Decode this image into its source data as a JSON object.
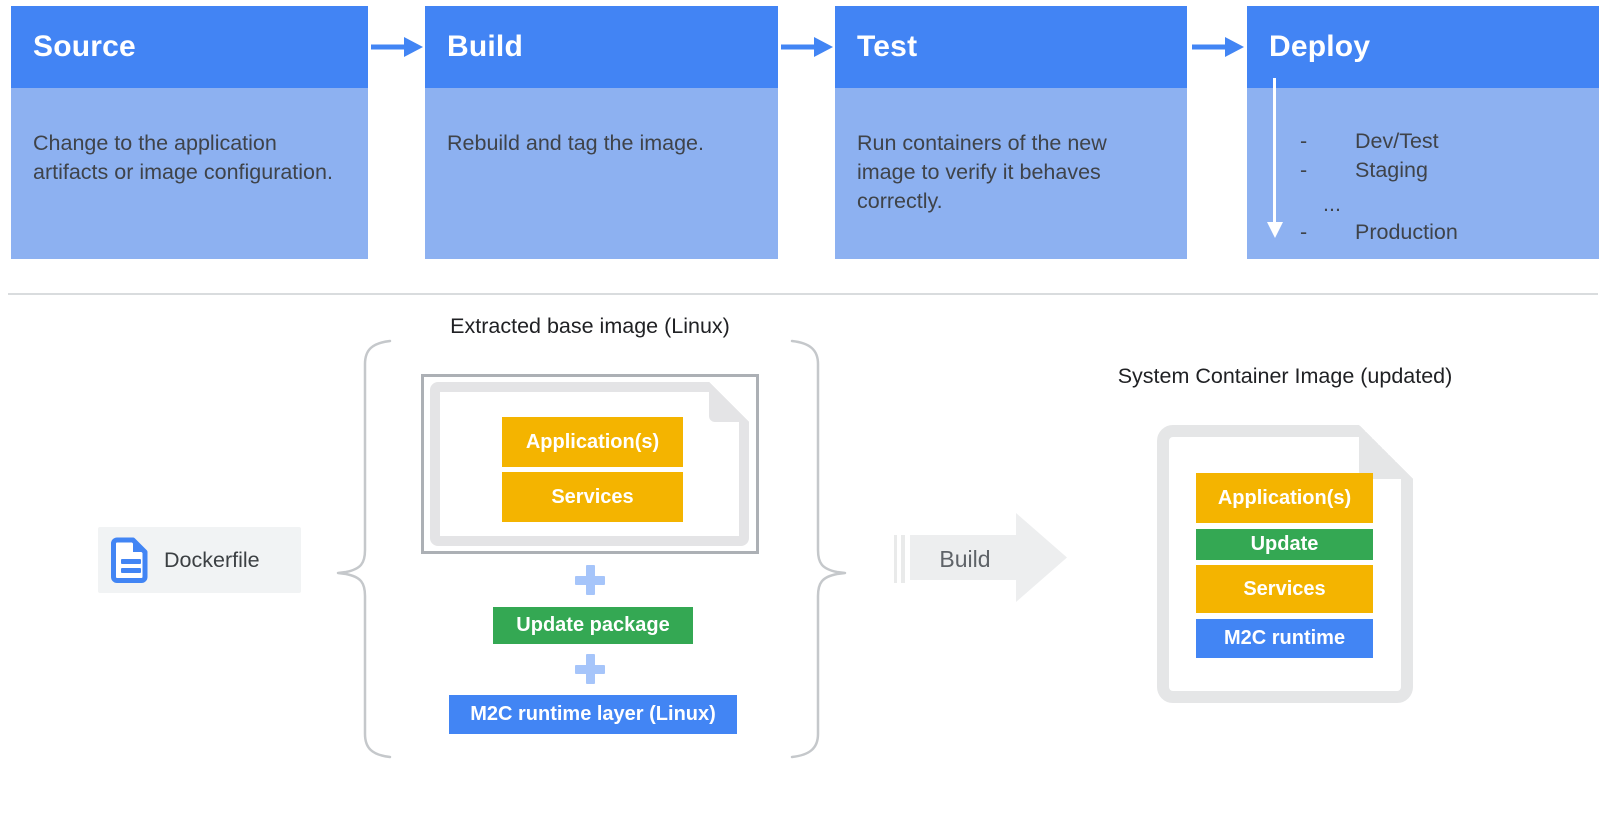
{
  "pipeline": {
    "stages": [
      {
        "title": "Source",
        "description": "Change to the application artifacts or image configuration."
      },
      {
        "title": "Build",
        "description": "Rebuild and tag the image."
      },
      {
        "title": "Test",
        "description": "Run containers of the new image to verify it behaves correctly."
      },
      {
        "title": "Deploy",
        "bullet": "-",
        "environments": [
          "Dev/Test",
          "Staging",
          "...",
          "Production"
        ]
      }
    ]
  },
  "build_flow": {
    "dockerfile_label": "Dockerfile",
    "extracted_title": "Extracted base image (Linux)",
    "extracted_layers": [
      "Application(s)",
      "Services"
    ],
    "update_package_label": "Update package",
    "runtime_layer_label": "M2C runtime layer (Linux)",
    "build_arrow_label": "Build",
    "result_title": "System Container Image (updated)",
    "result_layers": [
      {
        "label": "Application(s)",
        "color": "#F4B400"
      },
      {
        "label": "Update",
        "color": "#34A853"
      },
      {
        "label": "Services",
        "color": "#F4B400"
      },
      {
        "label": "M2C runtime",
        "color": "#4285F4"
      }
    ]
  },
  "colors": {
    "stage_header_blue": "#4284F4",
    "stage_body_blue": "#8DB1F1",
    "arrow_blue": "#4285F4",
    "yellow": "#F4B400",
    "green": "#34A853",
    "blue": "#4285F4",
    "plus_light_blue": "#A6C5FA",
    "chip_gray": "#F1F3F4",
    "doc_border_gray": "#E5E6E7",
    "text_dark": "#3F4349"
  }
}
